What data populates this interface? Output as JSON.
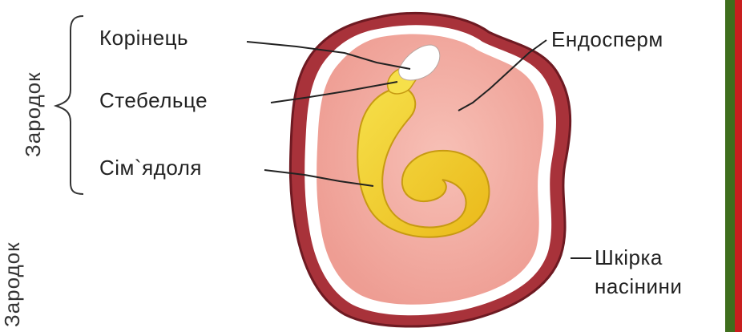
{
  "labels": {
    "korinets": "Корінець",
    "stebeltse": "Стебельце",
    "simyadolia": "Сім`ядоля",
    "endosperm": "Ендосперм",
    "shkirka_line1": "Шкірка",
    "shkirka_line2": "насінини",
    "zarodok_upper": "Зародок",
    "zarodok_lower": "Зародок"
  },
  "colors": {
    "seed_coat": "#a8323a",
    "seed_coat_edge": "#6e1a22",
    "endosperm": "#f2a9a0",
    "embryo": "#f2cf2a",
    "embryo_edge": "#c79a12",
    "radicle_tip": "#ffffff",
    "stripe_green": "#3f6e1d",
    "stripe_red": "#c81e1e"
  }
}
